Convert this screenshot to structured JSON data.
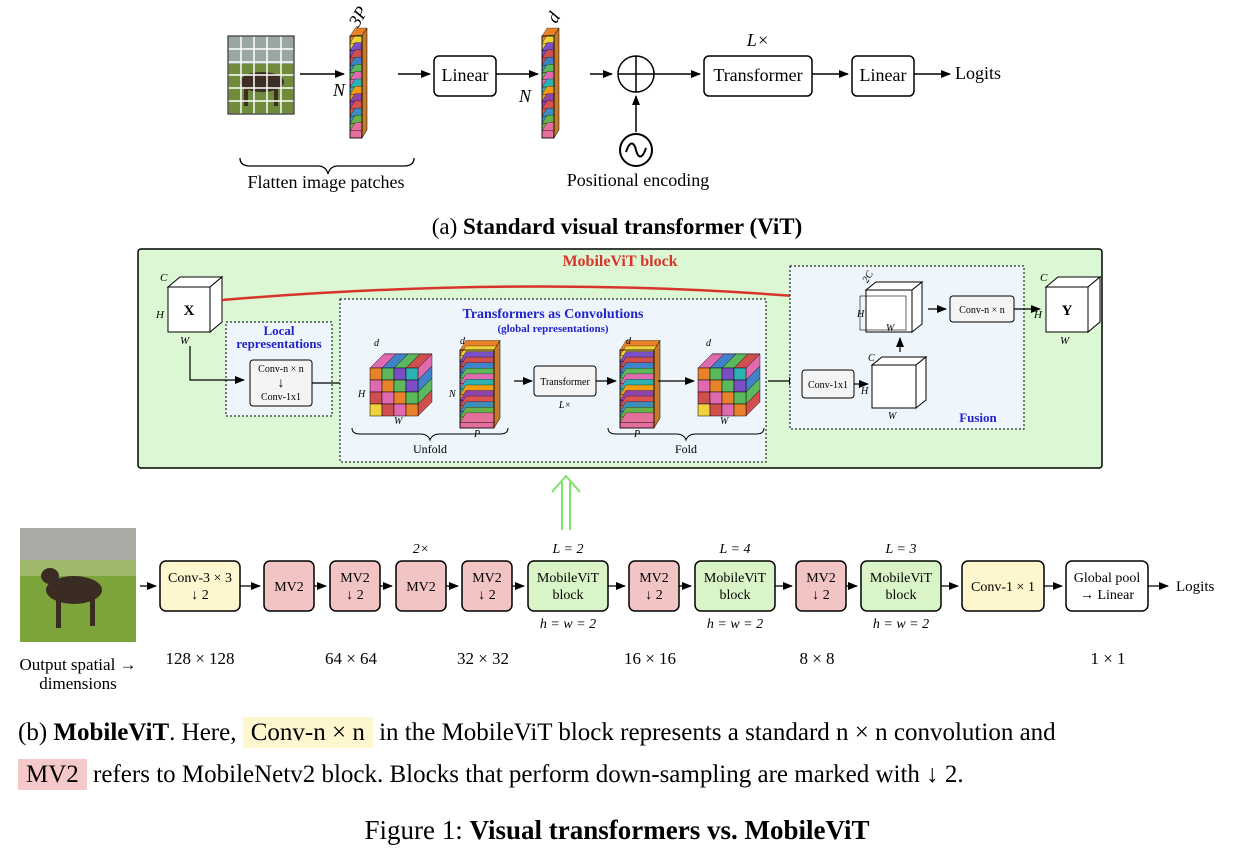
{
  "vit": {
    "patch_dim_label": "3P",
    "tokens_dim_label": "d",
    "n_label_1": "N",
    "n_label_2": "N",
    "linear_1": "Linear",
    "l_times": "L×",
    "transformer": "Transformer",
    "linear_2": "Linear",
    "logits": "Logits",
    "flatten_label": "Flatten image patches",
    "positional_label": "Positional encoding",
    "caption_prefix": "(a) ",
    "caption_bold": "Standard visual transformer (ViT)"
  },
  "block": {
    "title": "MobileViT block",
    "x_label": "X",
    "y_label": "Y",
    "c_label": "C",
    "h_label": "H",
    "w_label": "W",
    "d_label": "d",
    "n_label": "N",
    "p_label": "P",
    "local_title": "Local representations",
    "local_title_line1": "Local",
    "local_title_line2": "representations",
    "conv_top": "Conv-n × n",
    "conv_bottom": "Conv-1x1",
    "tac_title": "Transformers as Convolutions",
    "tac_subtitle": "(global representations)",
    "transformer": "Transformer",
    "l_times": "L×",
    "unfold": "Unfold",
    "fold": "Fold",
    "conv1x1": "Conv-1x1",
    "convnn": "Conv-n × n",
    "two_c": "2C",
    "fusion": "Fusion"
  },
  "pipeline": {
    "stages": [
      {
        "line1": "Conv-3 × 3",
        "line2": "↓ 2",
        "kind": "conv"
      },
      {
        "line1": "MV2",
        "line2": "",
        "kind": "mv2"
      },
      {
        "line1": "MV2",
        "line2": "↓ 2",
        "kind": "mv2"
      },
      {
        "line1": "MV2",
        "line2": "",
        "kind": "mv2",
        "top": "2×"
      },
      {
        "line1": "MV2",
        "line2": "↓ 2",
        "kind": "mv2"
      },
      {
        "line1": "MobileViT",
        "line2": "block",
        "kind": "vit",
        "top": "L = 2",
        "bottom": "h = w = 2"
      },
      {
        "line1": "MV2",
        "line2": "↓ 2",
        "kind": "mv2"
      },
      {
        "line1": "MobileViT",
        "line2": "block",
        "kind": "vit",
        "top": "L = 4",
        "bottom": "h = w = 2"
      },
      {
        "line1": "MV2",
        "line2": "↓ 2",
        "kind": "mv2"
      },
      {
        "line1": "MobileViT",
        "line2": "block",
        "kind": "vit",
        "top": "L = 3",
        "bottom": "h = w = 2"
      },
      {
        "line1": "Conv-1 × 1",
        "line2": "",
        "kind": "conv"
      },
      {
        "line1": "Global pool",
        "line2": "→ Linear",
        "kind": "plain"
      }
    ],
    "logits": "Logits",
    "output_label_1": "Output spatial →",
    "output_label_2": "dimensions",
    "dims": [
      "128 × 128",
      "64 × 64",
      "32 × 32",
      "16 × 16",
      "8 × 8",
      "1 × 1"
    ]
  },
  "caption_b": {
    "prefix": "(b) ",
    "bold": "MobileViT",
    "t1": ". Here, ",
    "conv_hl": "Conv-n × n",
    "t2": " in the MobileViT block represents a standard n × n convolution and",
    "mv2_hl": "MV2",
    "t3": " refers to MobileNetv2 block. Blocks that perform down-sampling are marked with ↓ 2."
  },
  "figure": {
    "prefix": "Figure 1: ",
    "bold": "Visual transformers vs. MobileViT"
  },
  "colors": {
    "green_bg": "#dcf7d3",
    "green_box": "#d9f5c7",
    "yellow_box": "#fdf6cf",
    "red_box": "#f3c4c4",
    "red_arrow": "#d8352a",
    "blue_text": "#2222cc",
    "red_text": "#d8352a",
    "light_blue": "#eef6fb"
  }
}
